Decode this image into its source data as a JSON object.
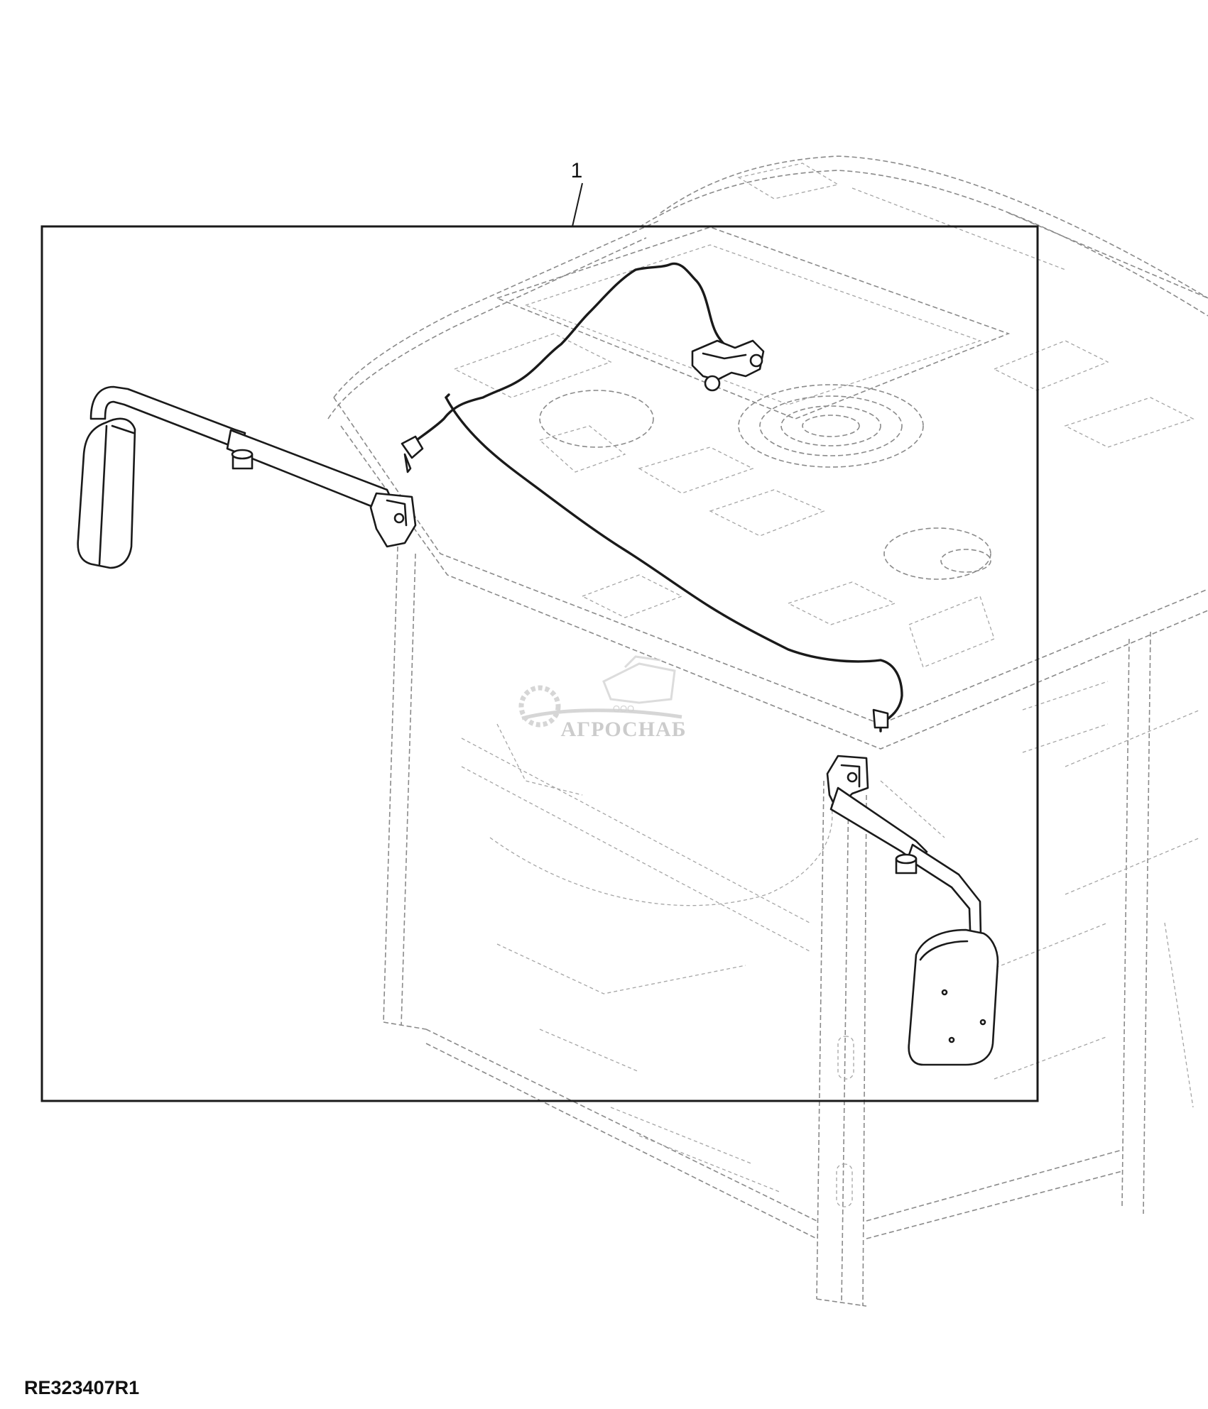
{
  "callouts": [
    {
      "label": "1"
    }
  ],
  "drawing_id": "RE323407R1",
  "watermark": {
    "company_form": "ООО",
    "company_name": "АГРОСНАБ",
    "logo_icon": "gear-tractor-logo"
  },
  "colors": {
    "line": "#1a1a1a",
    "ghost_line": "#8a8a8a",
    "watermark": "#c4c4c4",
    "background": "#ffffff"
  }
}
